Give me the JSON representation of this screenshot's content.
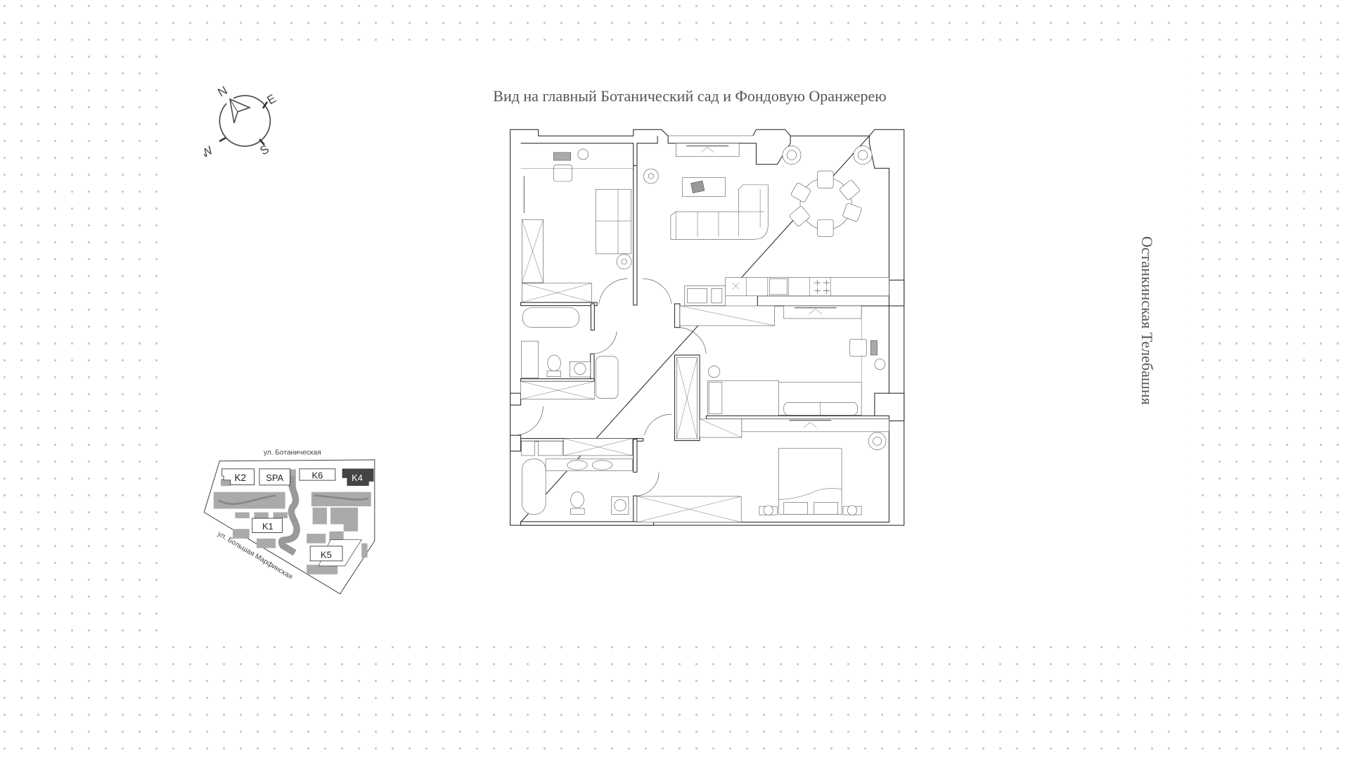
{
  "labels": {
    "view_north": "Вид на главный Ботанический сад и Фондовую Оранжерею",
    "view_east": "Останкинская Телебашня"
  },
  "compass": {
    "n": "N",
    "e": "E",
    "s": "S",
    "w": "W"
  },
  "minimap": {
    "street_top": "ул. Ботаническая",
    "street_bottom": "ул. Большая Марфинская",
    "buildings": {
      "k2": "K2",
      "spa": "SPA",
      "k6": "K6",
      "k4": "K4",
      "k1": "K1",
      "k5": "K5"
    },
    "highlight_color": "#444444"
  }
}
